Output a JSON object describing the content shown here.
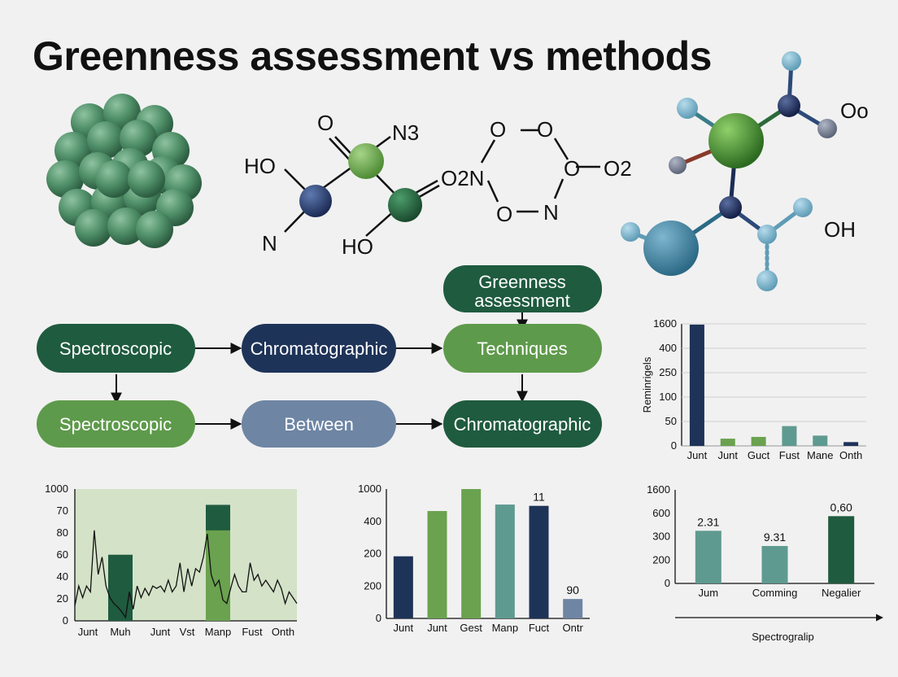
{
  "title": "Greenness assessment vs methods",
  "molecules": {
    "center_labels": [
      "O",
      "N3",
      "HO",
      "N",
      "HO",
      "O2N",
      "O",
      "O",
      "O",
      "O2",
      "O",
      "N"
    ],
    "right_labels": [
      "Oo",
      "OH"
    ]
  },
  "flowchart": {
    "nodes": [
      {
        "id": "n1",
        "label": "Spectroscopic",
        "color": "#1f5b3f"
      },
      {
        "id": "n2",
        "label": "Chromatographic",
        "color": "#1e3358"
      },
      {
        "id": "n3",
        "label": "Techniques",
        "color": "#5e9a4b"
      },
      {
        "id": "n4",
        "label": "Greenness assessment",
        "color": "#1f5b3f"
      },
      {
        "id": "n5",
        "label": "Spectroscopic",
        "color": "#5e9a4b"
      },
      {
        "id": "n6",
        "label": "Between",
        "color": "#6e85a4"
      },
      {
        "id": "n7",
        "label": "Chromatographic",
        "color": "#1f5b3f"
      }
    ]
  },
  "chart_data": [
    {
      "id": "top-right-bar",
      "type": "bar",
      "ylabel": "Reminrigels",
      "yticks": [
        "1600",
        "400",
        "250",
        "100",
        "50",
        "0"
      ],
      "categories": [
        "Junt",
        "Junt",
        "Guct",
        "Fust",
        "Mane",
        "Onth"
      ],
      "values": [
        1590,
        95,
        118,
        260,
        135,
        50
      ],
      "colors": [
        "#1e3358",
        "#6aa24f",
        "#6aa24f",
        "#5f9a90",
        "#5f9a90",
        "#1e3358"
      ]
    },
    {
      "id": "bottom-left-combo",
      "type": "line",
      "yticks": [
        "1000",
        "70",
        "80",
        "60",
        "40",
        "20",
        "0"
      ],
      "categories": [
        "Junt",
        "Muh",
        "Junt",
        "Vst",
        "Manp",
        "Fust",
        "Onth"
      ],
      "bars": [
        {
          "category": "Muh",
          "value": 57,
          "color": "#1f5b3f"
        },
        {
          "category": "Manp",
          "value": 100,
          "color": "#1f5b3f",
          "inner_value": 78,
          "inner_color": "#6aa24f"
        }
      ],
      "line": [
        13,
        30,
        20,
        30,
        25,
        78,
        40,
        55,
        30,
        20,
        15,
        12,
        8,
        3,
        25,
        10,
        30,
        20,
        28,
        22,
        30,
        28,
        30,
        25,
        35,
        25,
        30,
        50,
        25,
        45,
        30,
        45,
        42,
        55,
        75,
        40,
        30,
        35,
        18,
        15,
        28,
        40,
        30,
        25,
        25,
        50,
        35,
        40,
        30,
        35,
        30,
        25,
        35,
        28,
        15,
        25,
        20,
        15
      ]
    },
    {
      "id": "bottom-middle-bar",
      "type": "bar",
      "yticks": [
        "1000",
        "400",
        "200",
        "200",
        "0"
      ],
      "categories": [
        "Junt",
        "Junt",
        "Gest",
        "Manp",
        "Fuct",
        "Ontr"
      ],
      "values": [
        48,
        83,
        100,
        88,
        87,
        15
      ],
      "value_labels": [
        "",
        "",
        "",
        "",
        "11",
        "90"
      ],
      "colors": [
        "#1e3358",
        "#6aa24f",
        "#6aa24f",
        "#5f9a90",
        "#1e3358",
        "#6e85a4"
      ]
    },
    {
      "id": "bottom-right-bar",
      "type": "bar",
      "xlabel": "Spectrogralip",
      "yticks": [
        "1600",
        "600",
        "300",
        "200",
        "0"
      ],
      "categories": [
        "Jum",
        "Comming",
        "Negalier"
      ],
      "values": [
        900,
        640,
        1150
      ],
      "value_labels": [
        "2.31",
        "9.31",
        "0,60"
      ],
      "colors": [
        "#5f9a90",
        "#5f9a90",
        "#1f5b3f"
      ]
    }
  ]
}
